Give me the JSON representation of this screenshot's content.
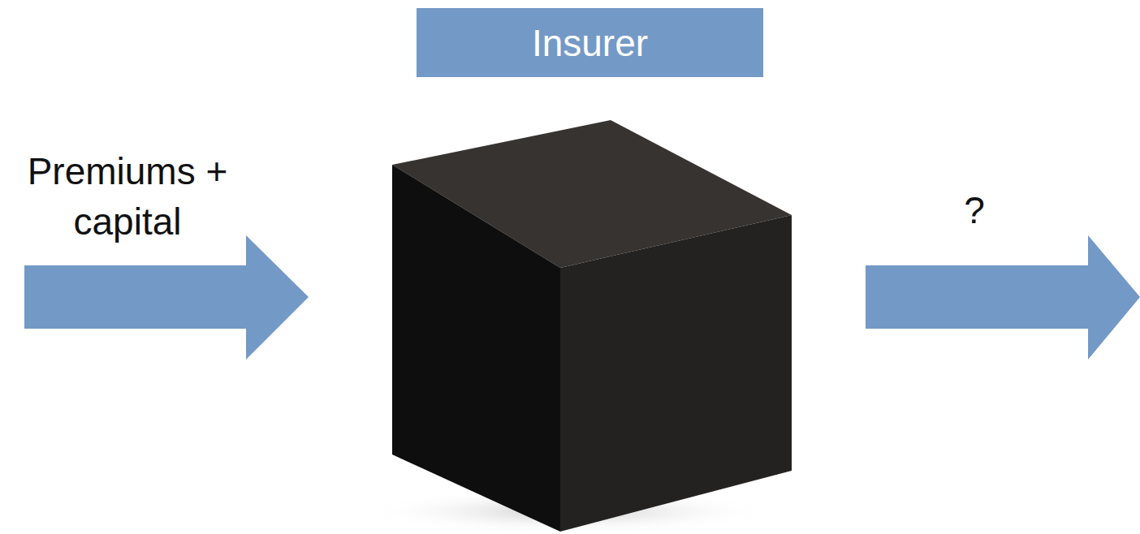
{
  "diagram": {
    "nodes": [
      {
        "text": [
          "Insurer"
        ]
      }
    ],
    "labels": [
      "Premiums + capital",
      "?"
    ]
  }
}
